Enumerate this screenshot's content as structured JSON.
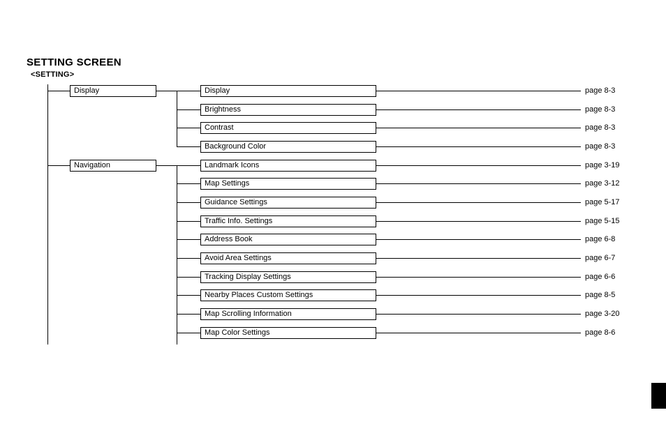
{
  "title": "SETTING SCREEN",
  "subtitle": "<SETTING>",
  "diagram": {
    "parents": [
      {
        "label": "Display"
      },
      {
        "label": "Navigation"
      }
    ],
    "rows": [
      {
        "branch": "Display",
        "label": "Display",
        "page": "page 8-3"
      },
      {
        "branch": "Display",
        "label": "Brightness",
        "page": "page 8-3"
      },
      {
        "branch": "Display",
        "label": "Contrast",
        "page": "page 8-3"
      },
      {
        "branch": "Display",
        "label": "Background Color",
        "page": "page 8-3"
      },
      {
        "branch": "Navigation",
        "label": "Landmark Icons",
        "page": "page 3-19"
      },
      {
        "branch": "Navigation",
        "label": "Map Settings",
        "page": "page 3-12"
      },
      {
        "branch": "Navigation",
        "label": "Guidance Settings",
        "page": "page 5-17"
      },
      {
        "branch": "Navigation",
        "label": "Traffic Info. Settings",
        "page": "page 5-15"
      },
      {
        "branch": "Navigation",
        "label": "Address Book",
        "page": "page 6-8"
      },
      {
        "branch": "Navigation",
        "label": "Avoid Area Settings",
        "page": "page 6-7"
      },
      {
        "branch": "Navigation",
        "label": "Tracking Display Settings",
        "page": "page 6-6"
      },
      {
        "branch": "Navigation",
        "label": "Nearby Places Custom Settings",
        "page": "page 8-5"
      },
      {
        "branch": "Navigation",
        "label": "Map Scrolling Information",
        "page": "page 3-20"
      },
      {
        "branch": "Navigation",
        "label": "Map Color Settings",
        "page": "page 8-6"
      }
    ]
  },
  "colors": {
    "ink": "#000000",
    "paper": "#ffffff"
  }
}
